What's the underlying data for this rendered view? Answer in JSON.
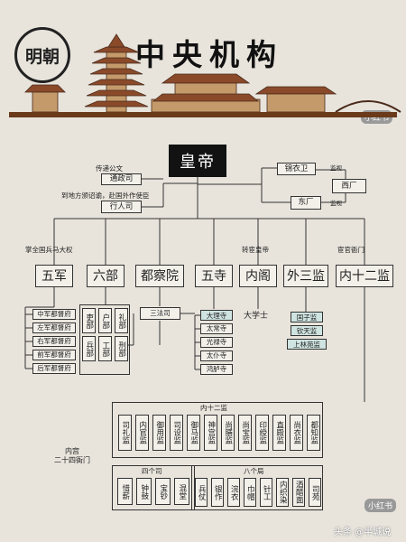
{
  "title": {
    "circle": "明朝",
    "main": "中央机构"
  },
  "watermark_top": "小红书",
  "emperor": "皇帝",
  "top_left": {
    "tongzheng_note": "传递公文",
    "tongzheng": "通政司",
    "xingren_note": "到地方颁诏谕，赴国外作使臣",
    "xingren": "行人司"
  },
  "top_right": {
    "jinyiwei": "锦衣卫",
    "xichang": "西厂",
    "dongchang": "东厂",
    "jianshi1": "监视",
    "jianshi2": "监视"
  },
  "branch_notes": {
    "wujun": "掌全国兵马大权",
    "neige": "转宦皇帝",
    "neishier": "宦官衙门"
  },
  "main_boxes": {
    "wujun": "五军",
    "liubu": "六部",
    "duchayuan": "都察院",
    "wusi": "五寺",
    "neige": "内阁",
    "waisanjian": "外三监",
    "neishierjian": "内十二监"
  },
  "wujun_items": [
    "中军都督府",
    "左军都督府",
    "右军都督府",
    "前军都督府",
    "后军都督府"
  ],
  "liubu_items": [
    "吏部",
    "户部",
    "礼部",
    "兵部",
    "工部",
    "刑部"
  ],
  "sanfasi": "三法司",
  "wusi_items": [
    "大理寺",
    "太常寺",
    "光禄寺",
    "太仆寺",
    "鸿胪寺"
  ],
  "daxueshi": "大学士",
  "waisanjian_items": [
    "国子监",
    "钦天监",
    "上林苑监"
  ],
  "neigong": {
    "label": "内宫\n二十四衙门",
    "twelve_title": "内十二监",
    "twelve": [
      "司礼监",
      "内官监",
      "御用监",
      "司设监",
      "御马监",
      "神宫监",
      "尚膳监",
      "尚宝监",
      "印绶监",
      "直殿监",
      "尚衣监",
      "都知监"
    ],
    "four_title": "四个司",
    "four": [
      "惜薪",
      "钟鼓",
      "宝钞",
      "混堂"
    ],
    "eight_title": "八个局",
    "eight": [
      "兵仗",
      "银作",
      "浣衣",
      "巾帽",
      "针工",
      "内织染",
      "酒醋面",
      "司苑"
    ]
  },
  "watermark_bottom": "小红书",
  "footer": "头条 @半城说"
}
